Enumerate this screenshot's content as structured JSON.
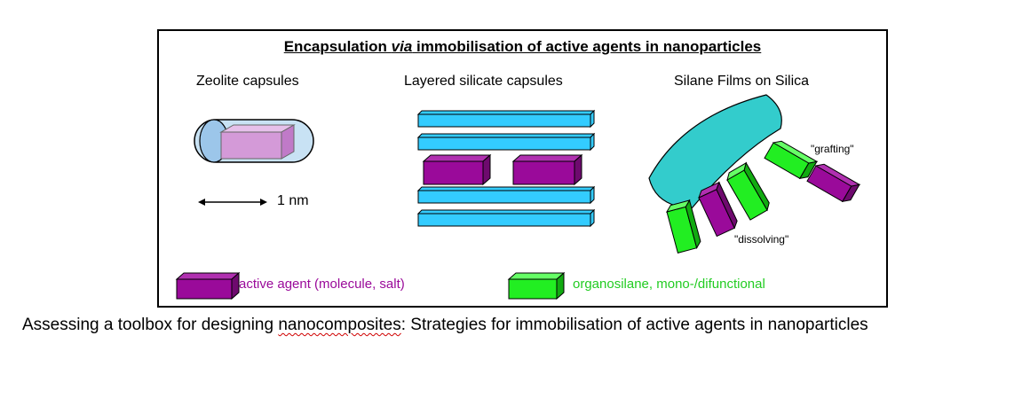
{
  "figure": {
    "title_pre": "Encapsulation ",
    "title_via": "via",
    "title_post": " immobilisation of active agents in nanoparticles",
    "panels": {
      "zeolite": "Zeolite capsules",
      "layered": "Layered silicate capsules",
      "silane": "Silane Films on Silica"
    },
    "scale_label": "1 nm",
    "annotations": {
      "grafting": "\"grafting\"",
      "dissolving": "\"dissolving\""
    },
    "legend": {
      "active_agent": "active agent (molecule, salt)",
      "organosilane": "organosilane, mono-/difunctional"
    },
    "colors": {
      "active_agent": "#9a0a9a",
      "organosilane": "#22ee22",
      "silicate": "#33ccff",
      "silica": "#33cccc",
      "zeolite_capsule": "#c8e2f4",
      "zeolite_guest": "#d49ad8"
    }
  },
  "caption": {
    "part1": "Assessing a toolbox for designing ",
    "part2_spell": "nanocomposites",
    "part3": ": Strategies for immobilisation of active agents in nanoparticles"
  }
}
